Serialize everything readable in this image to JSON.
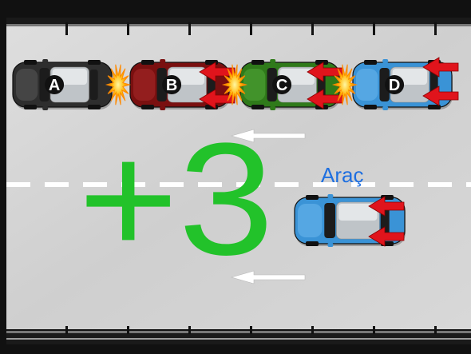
{
  "scene": {
    "cars": [
      {
        "label": "A",
        "body_color": "#2e2e2e",
        "highlight": "#5a5a5a"
      },
      {
        "label": "B",
        "body_color": "#7a1010",
        "highlight": "#a82a2a"
      },
      {
        "label": "C",
        "body_color": "#2f7a1a",
        "highlight": "#52a83a"
      },
      {
        "label": "D",
        "body_color": "#3a93d6",
        "highlight": "#6cb8ee"
      }
    ],
    "lone_car": {
      "caption": "Araç",
      "body_color": "#3a93d6",
      "highlight": "#6cb8ee"
    },
    "big_label": "+3"
  },
  "colors": {
    "road": "#d4d4d4",
    "frame": "#1a1a1a",
    "big_label": "#22c22a",
    "caption": "#1e6fe0",
    "push_arrow": "#e0141c",
    "flow_arrow": "#ffffff",
    "lane_mark": "#ffffff"
  },
  "icons": [
    "crash-burst-icon",
    "push-arrow-icon",
    "flow-arrow-icon"
  ]
}
